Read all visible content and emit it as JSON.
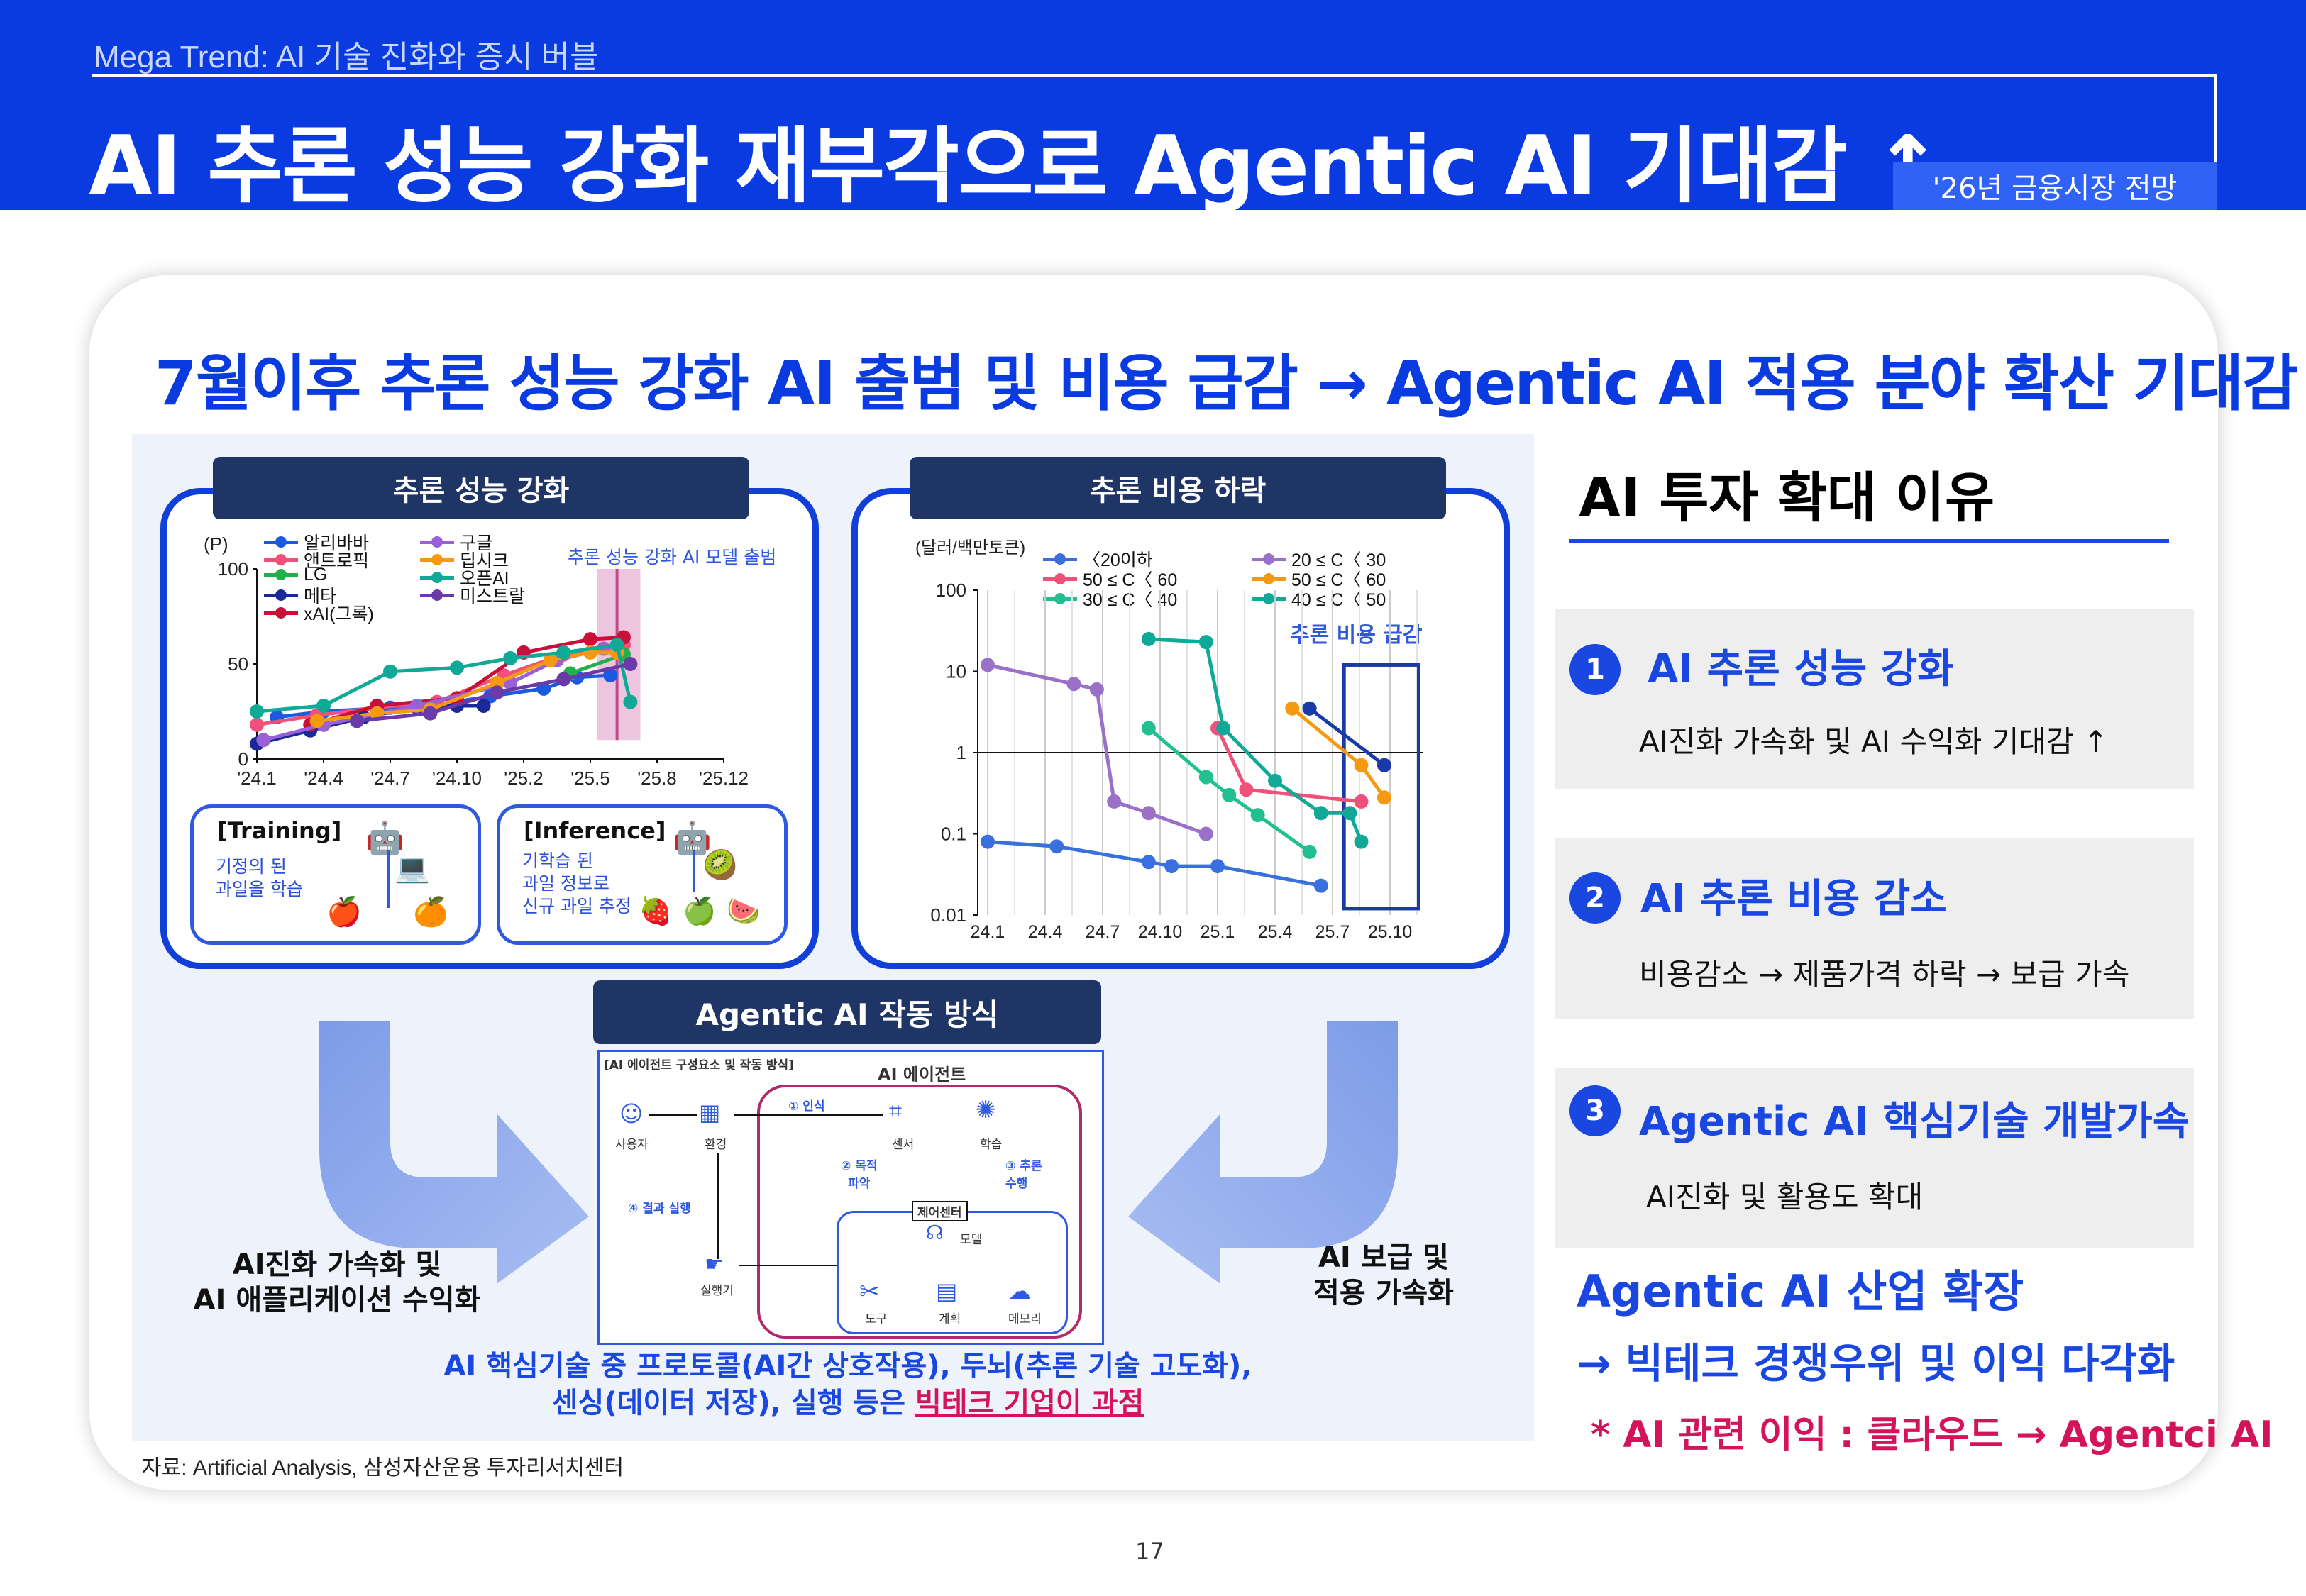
{
  "header": {
    "series_title": "Mega Trend: AI 기술 진화와 증시 버블",
    "title": "AI 추론 성능 강화 재부각으로 Agentic AI 기대감 ↑",
    "badge": "'26년 금융시장 전망"
  },
  "headline": "7월이후 추론 성능 강화 AI 출범 및 비용 급감 → Agentic AI 적용 분야 확산 기대감",
  "figure": {
    "panel1": {
      "label": "추론 성능 강화",
      "y_unit": "(P)",
      "annotation": "추론 성능 강화 AI 모델 출범",
      "training_title": "[Training]",
      "training_text": "기정의 된\n과일을 학습",
      "inference_title": "[Inference]",
      "inference_text": "기학습 된\n과일 정보로\n신규 과일 추정"
    },
    "panel2": {
      "label": "추론 비용 하락",
      "y_unit": "(달러/백만토큰)",
      "annotation": "추론 비용 급감"
    },
    "agentic": {
      "label": "Agentic AI 작동 방식",
      "diagram_caption": "[AI 에이전트 구성요소 및 작동 방식]",
      "agent_title": "AI 에이전트",
      "nodes": {
        "user": "사용자",
        "env": "환경",
        "perceive": "① 인식",
        "sensor": "센서",
        "learn": "학습",
        "goal": "② 목적\n파악",
        "infer": "③ 추론\n수행",
        "result": "④ 결과 실행",
        "control": "제어센터",
        "model": "모델",
        "executor": "실행기",
        "tool": "도구",
        "plan": "계획",
        "memory": "메모리"
      }
    },
    "left_arrow_text": "AI진화 가속화 및\nAI 애플리케이션 수익화",
    "right_arrow_text": "AI 보급 및\n적용 가속화",
    "bottom_caption_line1": "AI 핵심기술 중 프로토콜(AI간 상호작용), 두뇌(추론 기술 고도화),",
    "bottom_caption_line2_prefix": "센싱(데이터 저장), 실행 등은 ",
    "bottom_caption_highlight": "빅테크 기업이 과점",
    "source": "자료: Artificial Analysis, 삼성자산운용 투자리서치센터"
  },
  "right": {
    "title": "AI 투자 확대 이유",
    "items": [
      {
        "num": "1",
        "head": "AI 추론 성능 강화",
        "sub": "AI진화 가속화 및 AI 수익화 기대감 ↑"
      },
      {
        "num": "2",
        "head": "AI 추론 비용 감소",
        "sub": "비용감소 → 제품가격 하락 → 보급 가속"
      },
      {
        "num": "3",
        "head": "Agentic AI 핵심기술 개발가속",
        "sub": "AI진화 및 활용도 확대"
      }
    ],
    "industry_line1": "Agentic AI 산업 확장",
    "industry_line2": "→ 빅테크 경쟁우위 및 이익 다각화",
    "industry_note": "* AI 관련 이익 : 클라우드 → Agentci AI"
  },
  "page_number": "17",
  "chart_data": [
    {
      "type": "line",
      "title": "추론 성능 강화",
      "ylabel": "(P)",
      "categories": [
        "'24.1",
        "'24.4",
        "'24.7",
        "'24.10",
        "'25.2",
        "'25.5",
        "'25.8",
        "'25.12"
      ],
      "ylim": [
        0,
        100
      ],
      "yticks": [
        0,
        50,
        100
      ],
      "legend": "top-left",
      "series": [
        {
          "name": "알리바바",
          "color": "#1a5ae0",
          "points": [
            [
              0.3,
              22
            ],
            [
              1.0,
              25
            ],
            [
              2.0,
              27
            ],
            [
              2.6,
              28
            ],
            [
              3.5,
              33
            ],
            [
              4.3,
              37
            ],
            [
              4.8,
              43
            ],
            [
              5.3,
              44
            ]
          ]
        },
        {
          "name": "앤트로픽",
          "color": "#f0507a",
          "points": [
            [
              0.0,
              18
            ],
            [
              0.9,
              23
            ],
            [
              1.8,
              27
            ],
            [
              2.7,
              30
            ],
            [
              3.7,
              44
            ],
            [
              4.6,
              55
            ],
            [
              5.5,
              60
            ]
          ]
        },
        {
          "name": "LG",
          "color": "#22b04a",
          "points": [
            [
              4.7,
              45
            ],
            [
              5.5,
              55
            ]
          ]
        },
        {
          "name": "메타",
          "color": "#1a2a9a",
          "points": [
            [
              0.0,
              8
            ],
            [
              0.8,
              15
            ],
            [
              1.6,
              22
            ],
            [
              2.4,
              27
            ],
            [
              3.0,
              28
            ],
            [
              3.4,
              28
            ]
          ]
        },
        {
          "name": "xAI(그록)",
          "color": "#c8103a",
          "points": [
            [
              0.8,
              18
            ],
            [
              1.8,
              28
            ],
            [
              3.0,
              32
            ],
            [
              4.0,
              56
            ],
            [
              5.0,
              63
            ],
            [
              5.5,
              64
            ]
          ]
        },
        {
          "name": "구글",
          "color": "#9a60d8",
          "points": [
            [
              0.1,
              10
            ],
            [
              1.0,
              18
            ],
            [
              2.4,
              28
            ],
            [
              3.8,
              40
            ],
            [
              4.5,
              52
            ],
            [
              5.2,
              58
            ]
          ]
        },
        {
          "name": "딥시크",
          "color": "#f59a10",
          "points": [
            [
              0.9,
              20
            ],
            [
              1.8,
              24
            ],
            [
              2.6,
              26
            ],
            [
              3.6,
              40
            ],
            [
              4.4,
              52
            ],
            [
              5.0,
              56
            ],
            [
              5.4,
              56
            ]
          ]
        },
        {
          "name": "오픈AI",
          "color": "#10a896",
          "points": [
            [
              0.0,
              25
            ],
            [
              1.0,
              28
            ],
            [
              2.0,
              46
            ],
            [
              3.0,
              48
            ],
            [
              3.8,
              53
            ],
            [
              4.6,
              56
            ],
            [
              5.4,
              60
            ],
            [
              5.6,
              30
            ]
          ]
        },
        {
          "name": "미스트랄",
          "color": "#6a3aa8",
          "points": [
            [
              1.5,
              20
            ],
            [
              2.6,
              24
            ],
            [
              3.6,
              35
            ],
            [
              4.6,
              42
            ],
            [
              5.6,
              50
            ]
          ]
        }
      ]
    },
    {
      "type": "line",
      "title": "추론 비용 하락",
      "ylabel": "(달러/백만토큰)",
      "yscale": "log",
      "categories": [
        "24.1",
        "24.4",
        "24.7",
        "24.10",
        "25.1",
        "25.4",
        "25.7",
        "25.10"
      ],
      "ylim": [
        0.01,
        100
      ],
      "yticks": [
        0.01,
        0.1,
        1,
        10,
        100
      ],
      "legend": "top",
      "series": [
        {
          "name": "〈20이하",
          "color": "#3a6fe0",
          "points": [
            [
              0.0,
              0.08
            ],
            [
              1.2,
              0.07
            ],
            [
              2.8,
              0.045
            ],
            [
              3.2,
              0.04
            ],
            [
              4.0,
              0.04
            ],
            [
              5.8,
              0.023
            ]
          ]
        },
        {
          "name": "50 ≤ C〈 60",
          "color": "#f0507a",
          "points": [
            [
              4.0,
              2.0
            ],
            [
              4.5,
              0.35
            ],
            [
              6.5,
              0.25
            ]
          ]
        },
        {
          "name": "30 ≤ C〈 40",
          "color": "#22c090",
          "points": [
            [
              2.8,
              2.0
            ],
            [
              3.8,
              0.5
            ],
            [
              4.2,
              0.3
            ],
            [
              4.7,
              0.17
            ],
            [
              5.6,
              0.06
            ]
          ]
        },
        {
          "name": "20 ≤ C〈 30",
          "color": "#9a70c8",
          "points": [
            [
              0.0,
              12
            ],
            [
              1.5,
              7
            ],
            [
              1.9,
              6
            ],
            [
              2.2,
              0.25
            ],
            [
              2.8,
              0.18
            ],
            [
              3.8,
              0.1
            ]
          ]
        },
        {
          "name": "50 ≤ C〈 60",
          "color": "#f59a10",
          "points": [
            [
              5.3,
              3.5
            ],
            [
              6.5,
              0.7
            ],
            [
              6.9,
              0.28
            ]
          ]
        },
        {
          "name": "40 ≤ C〈 50",
          "color": "#10a896",
          "points": [
            [
              2.8,
              25
            ],
            [
              3.8,
              23
            ],
            [
              4.1,
              2.0
            ],
            [
              5.0,
              0.45
            ],
            [
              5.8,
              0.18
            ],
            [
              6.3,
              0.18
            ],
            [
              6.5,
              0.08
            ]
          ]
        },
        {
          "name": "",
          "color": "#1a3aa8",
          "points": [
            [
              5.6,
              3.5
            ],
            [
              6.9,
              0.7
            ]
          ]
        }
      ]
    }
  ]
}
